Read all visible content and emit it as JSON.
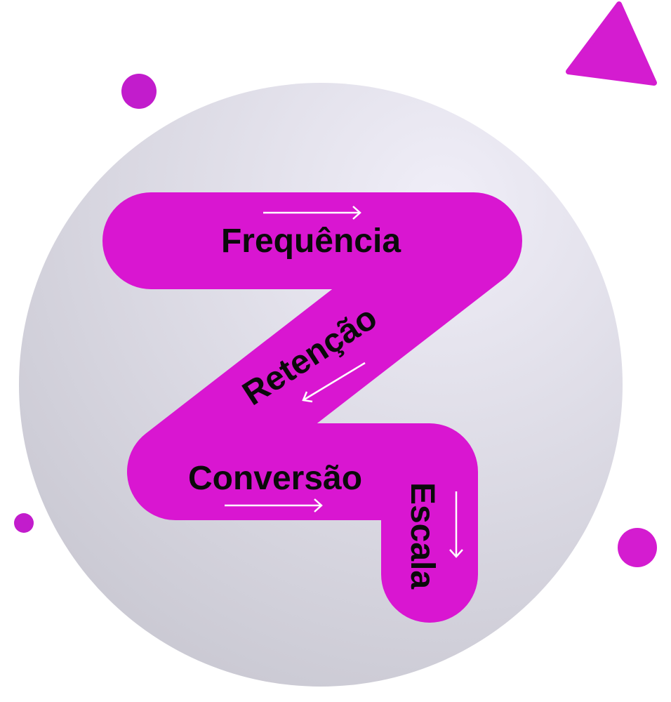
{
  "steps": [
    {
      "label": "Frequência"
    },
    {
      "label": "Retenção"
    },
    {
      "label": "Conversão"
    },
    {
      "label": "Escala"
    }
  ],
  "colors": {
    "accent": "#d916d1",
    "dots": "#c21ccc",
    "arrow": "#ffffff",
    "text": "#0a0a0a"
  }
}
